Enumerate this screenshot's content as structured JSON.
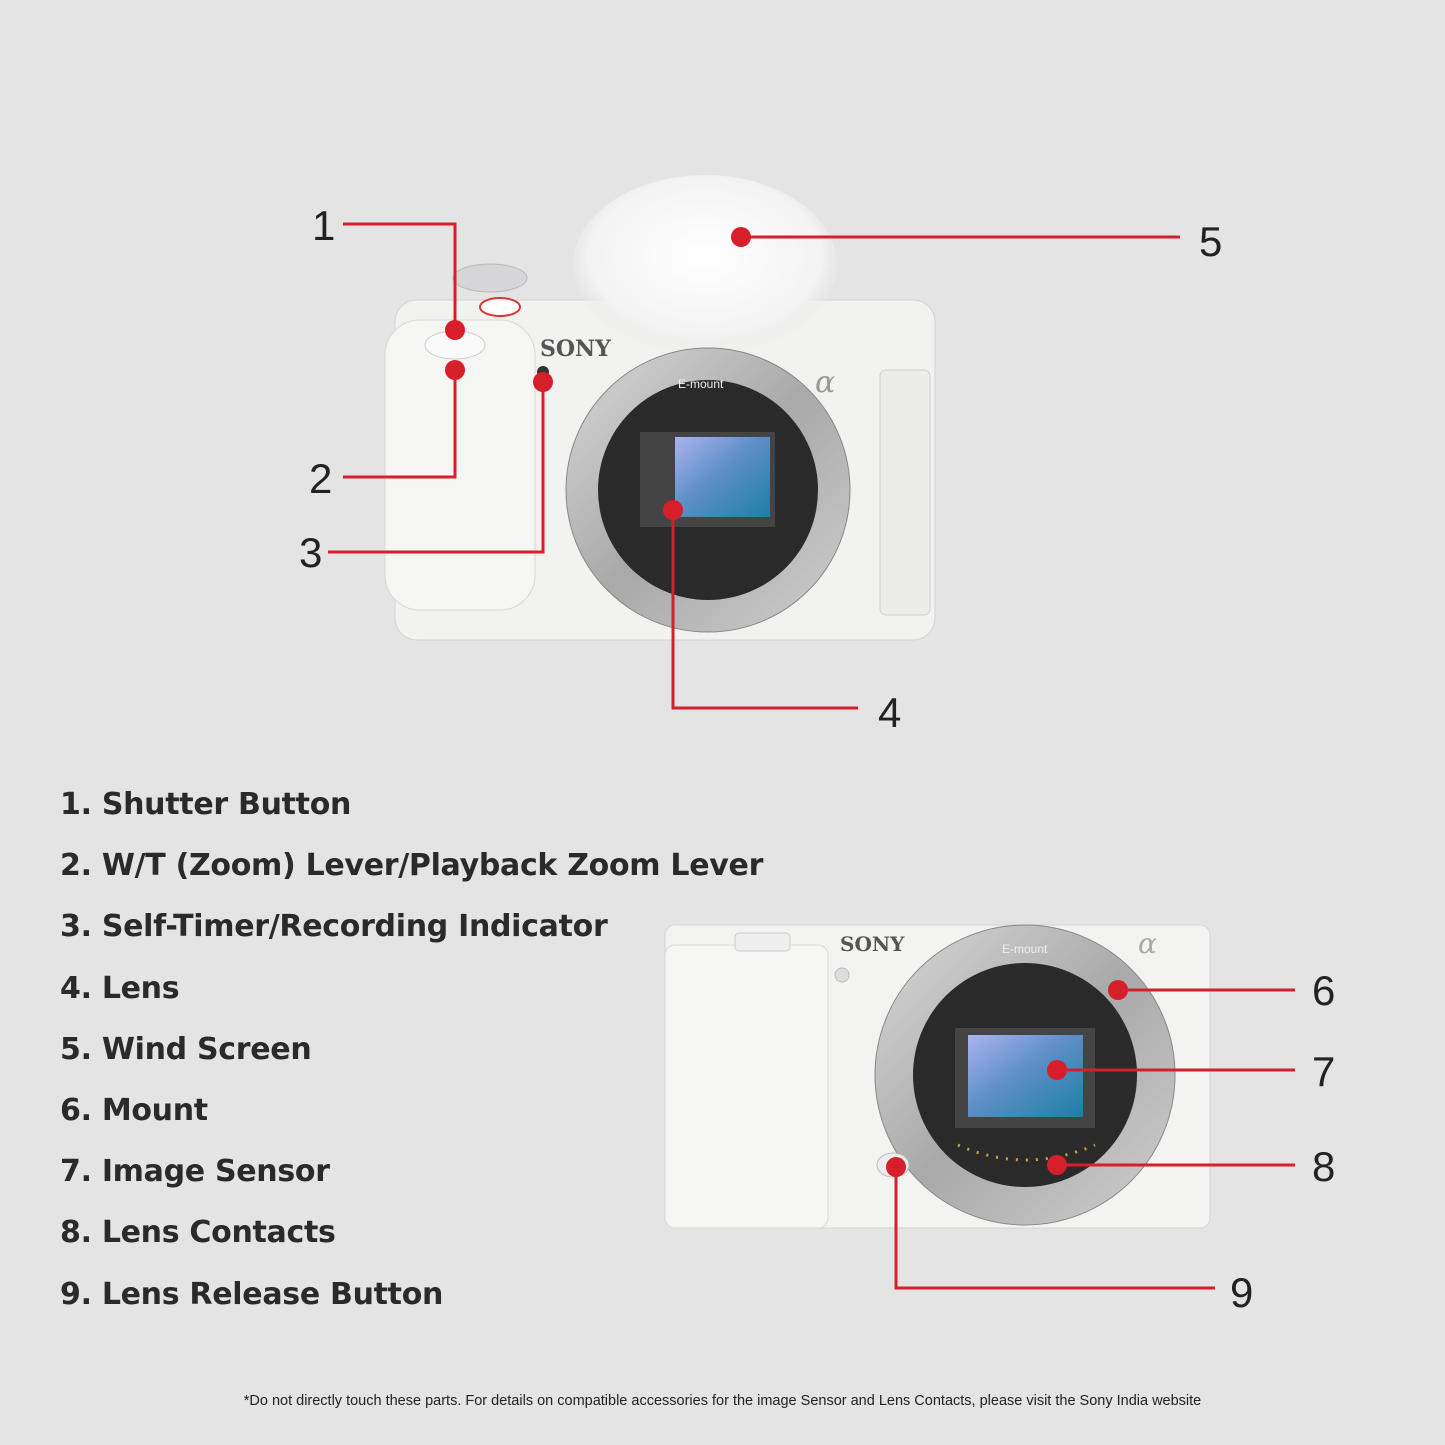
{
  "colors": {
    "background": "#e4e4e4",
    "callout": "#d71f2b",
    "camera_body": "#f4f4f2",
    "sensor": "#3f86b8"
  },
  "top_camera": {
    "brand": "SONY",
    "mount_label": "E-mount",
    "logo": "α"
  },
  "bottom_camera": {
    "brand": "SONY",
    "mount_label": "E-mount",
    "logo": "α"
  },
  "callouts": [
    "1",
    "2",
    "3",
    "4",
    "5",
    "6",
    "7",
    "8",
    "9"
  ],
  "legend": [
    "1. Shutter Button",
    "2. W/T (Zoom) Lever/Playback Zoom Lever",
    "3. Self-Timer/Recording Indicator",
    "4. Lens",
    "5. Wind Screen",
    "6. Mount",
    "7. Image Sensor",
    "8. Lens Contacts",
    "9. Lens Release Button"
  ],
  "footer": "*Do not directly touch these parts. For details on compatible accessories for the image Sensor and Lens Contacts, please visit the Sony India website"
}
